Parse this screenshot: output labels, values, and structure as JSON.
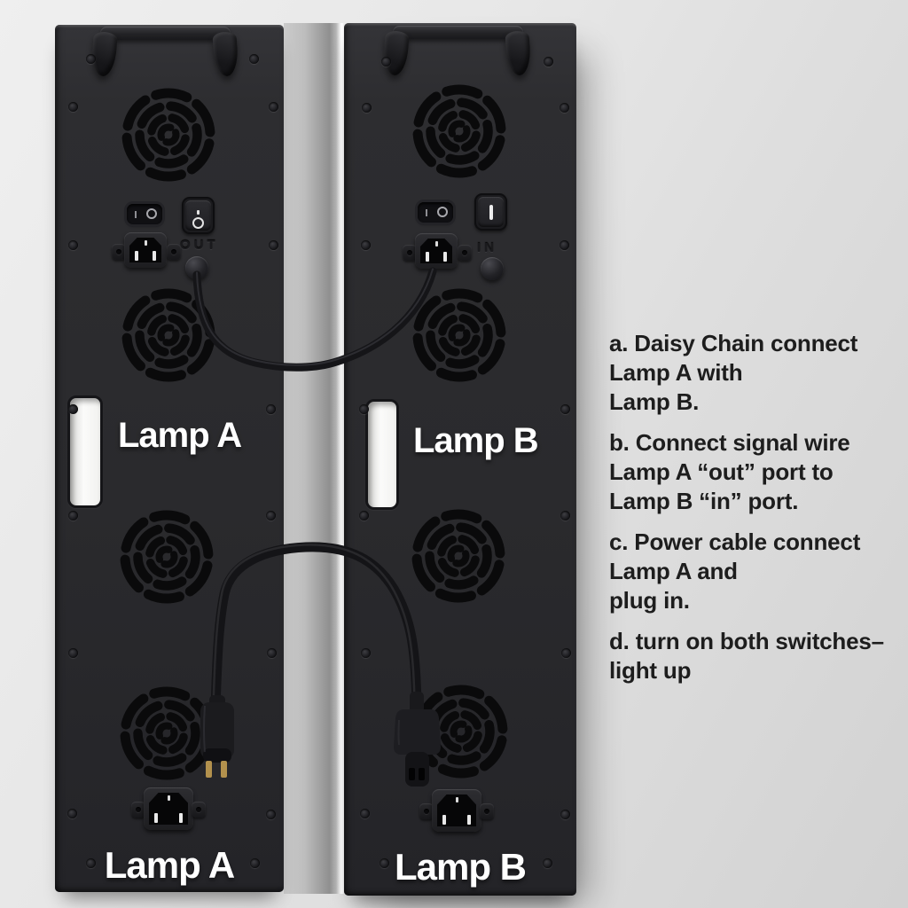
{
  "scene": {
    "description": "Back view of two lamp panels daisy-chained with a signal wire and a power cable",
    "background_color": "#e4e4e4",
    "panel_color": "#2b2b2e",
    "gap_highlight_color": "#ffffff"
  },
  "panels": [
    {
      "name": "Lamp A",
      "middle_label": "Lamp A",
      "bottom_label": "Lamp A",
      "port_label": "OUT",
      "rocker_markings": "I O",
      "power_button_symbol": "O",
      "fan_count": 4
    },
    {
      "name": "Lamp B",
      "middle_label": "Lamp B",
      "bottom_label": "Lamp B",
      "port_label": "IN",
      "rocker_markings": "I O",
      "power_button_symbol": "I",
      "fan_count": 4
    }
  ],
  "cables": {
    "signal_wire_color": "#17171a",
    "power_cable_color": "#141417",
    "plug_prong_color": "#b3914d"
  },
  "instructions": {
    "text_color": "#1d1d1d",
    "steps": [
      {
        "id": "a",
        "lines": [
          "a. Daisy Chain connect",
          "Lamp A with",
          "Lamp B."
        ]
      },
      {
        "id": "b",
        "lines": [
          "b. Connect signal wire",
          "Lamp A “out” port to",
          "Lamp B “in” port."
        ]
      },
      {
        "id": "c",
        "lines": [
          "c. Power cable connect",
          "Lamp A and",
          "plug in."
        ]
      },
      {
        "id": "d",
        "lines": [
          "d. turn on both switches–",
          "light up"
        ]
      }
    ]
  }
}
